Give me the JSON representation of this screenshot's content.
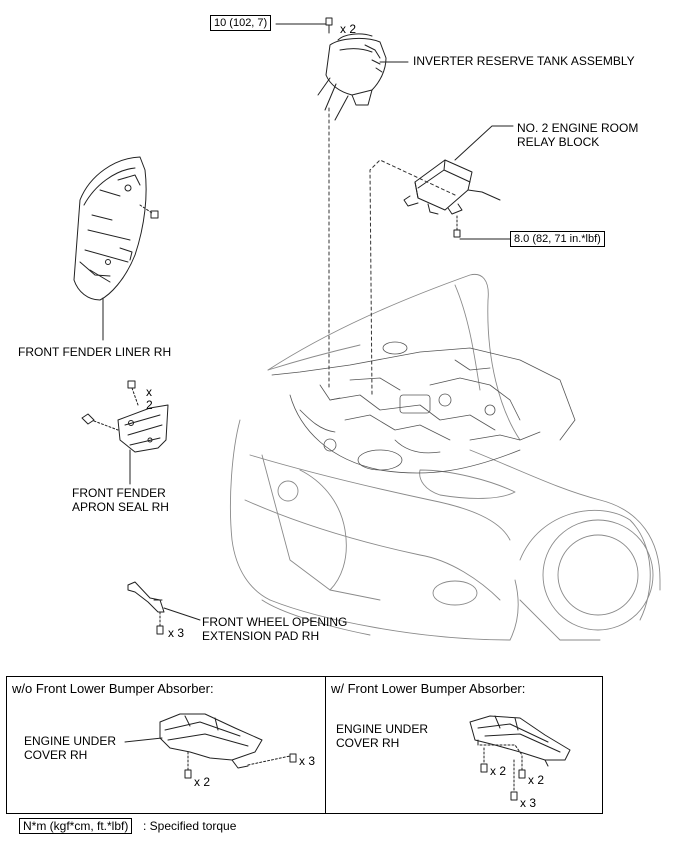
{
  "torques": {
    "reserve_tank": "10 (102, 7)",
    "relay_block": "8.0 (82, 71 in.*lbf)"
  },
  "parts": {
    "reserve_tank": "INVERTER RESERVE TANK ASSEMBLY",
    "relay_block_line1": "NO. 2 ENGINE ROOM",
    "relay_block_line2": "RELAY BLOCK",
    "fender_liner": "FRONT FENDER LINER RH",
    "apron_seal_line1": "FRONT FENDER",
    "apron_seal_line2": "APRON SEAL RH",
    "wheel_pad_line1": "FRONT WHEEL OPENING",
    "wheel_pad_line2": "EXTENSION PAD RH"
  },
  "quantities": {
    "tank_bolts": "x 2",
    "apron_x": "x",
    "apron_2": "2",
    "pad_bolts": "x 3"
  },
  "panels": {
    "left": {
      "title": "w/o Front Lower Bumper Absorber:",
      "part_line1": "ENGINE UNDER",
      "part_line2": "COVER RH",
      "qty_a": "x 2",
      "qty_b": "x 3"
    },
    "right": {
      "title": "w/ Front Lower Bumper Absorber:",
      "part_line1": "ENGINE UNDER",
      "part_line2": "COVER RH",
      "qty_a": "x 2",
      "qty_b": "x 2",
      "qty_c": "x 3"
    }
  },
  "legend": {
    "unit_box": "N*m (kgf*cm, ft.*lbf)",
    "meaning": ": Specified torque"
  }
}
